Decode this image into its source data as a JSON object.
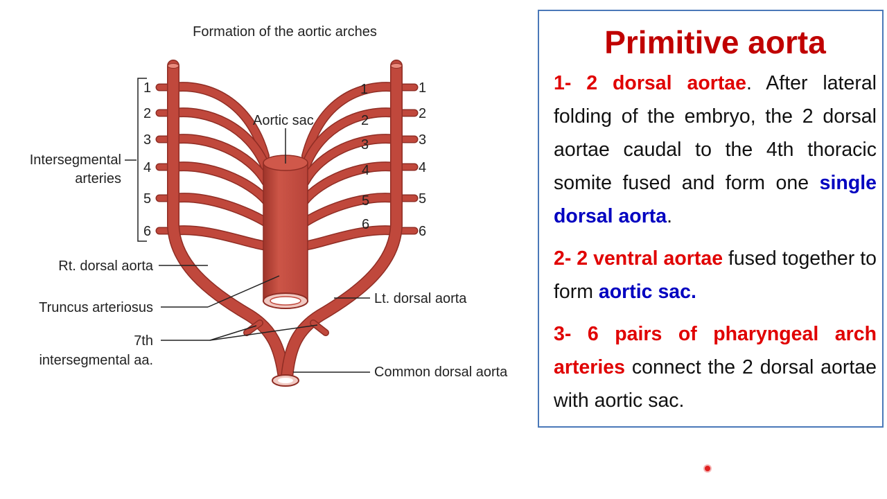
{
  "diagram": {
    "title": "Formation of the aortic arches",
    "aortic_sac_label": "Aortic sac",
    "intersegmental_label": [
      "Intersegmental",
      "arteries"
    ],
    "rt_dorsal_label": "Rt. dorsal aorta",
    "truncus_label": "Truncus arteriosus",
    "seventh_label": [
      "7th",
      "intersegmental aa."
    ],
    "lt_dorsal_label": "Lt. dorsal aorta",
    "common_label": "Common dorsal aorta",
    "numbers": [
      "1",
      "2",
      "3",
      "4",
      "5",
      "6"
    ],
    "colors": {
      "vessel": "#c0483c",
      "vessel_dark": "#8f2d24",
      "vessel_light": "#e98a7c"
    }
  },
  "panel": {
    "title": "Primitive aorta",
    "p1": {
      "head": "1- 2 dorsal aortae",
      "text": ". After lateral folding of the embryo, the 2 dorsal aortae caudal to the 4th thoracic somite fused and form one ",
      "blue": "single dorsal aorta",
      "end": "."
    },
    "p2": {
      "head": "2- 2 ventral aortae",
      "text": " fused together to form ",
      "blue": "aortic sac."
    },
    "p3": {
      "head": "3- 6 pairs of pharyngeal arch arteries",
      "text": " connect the 2 dorsal aortae with aortic sac."
    },
    "colors": {
      "title": "#c00000",
      "highlight_red": "#e00000",
      "highlight_blue": "#0000c0",
      "border": "#4a78b8"
    }
  }
}
